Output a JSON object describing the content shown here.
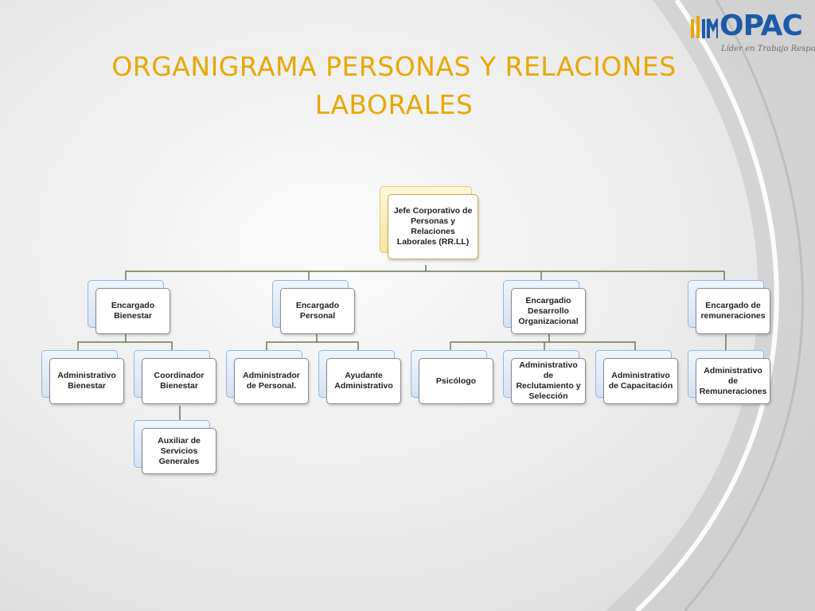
{
  "slide": {
    "title_line1": "ORGANIGRAMA PERSONAS Y RELACIONES",
    "title_line2": "LABORALES"
  },
  "logo": {
    "name": "OPAC",
    "tagline": "Líder en Trabajo Responsable",
    "brand_color": "#1d5aa8",
    "mark_color": "#e8a700",
    "icon": "opac-logo-icon"
  },
  "colors": {
    "title": "#e8a700",
    "root_border": "#c9a64a",
    "node_border": "#8a8a8a",
    "node_back": "#d3e3f4",
    "connector": "#6b7a52"
  },
  "org": {
    "root": "Jefe Corporativo de Personas y Relaciones Laborales (RR.LL)",
    "bienestar": "Encargado Bienestar",
    "personal": "Encargado Personal",
    "desarrollo": "Encargadio Desarrollo Organizacional",
    "remuneraciones": "Encargado de remuneraciones",
    "adm_bienestar": "Administrativo Bienestar",
    "coordinador": "Coordinador Bienestar",
    "auxiliar": "Auxiliar de Servicios Generales",
    "adm_personal": "Administrador de Personal.",
    "ayudante": "Ayudante Administrativo",
    "psicologo": "Psicólogo",
    "reclutamiento": "Administrativo de Reclutamiento y Selección",
    "capacitacion": "Administrativo de Capacitación",
    "adm_remuneraciones": "Administrativo de Remuneraciones"
  }
}
